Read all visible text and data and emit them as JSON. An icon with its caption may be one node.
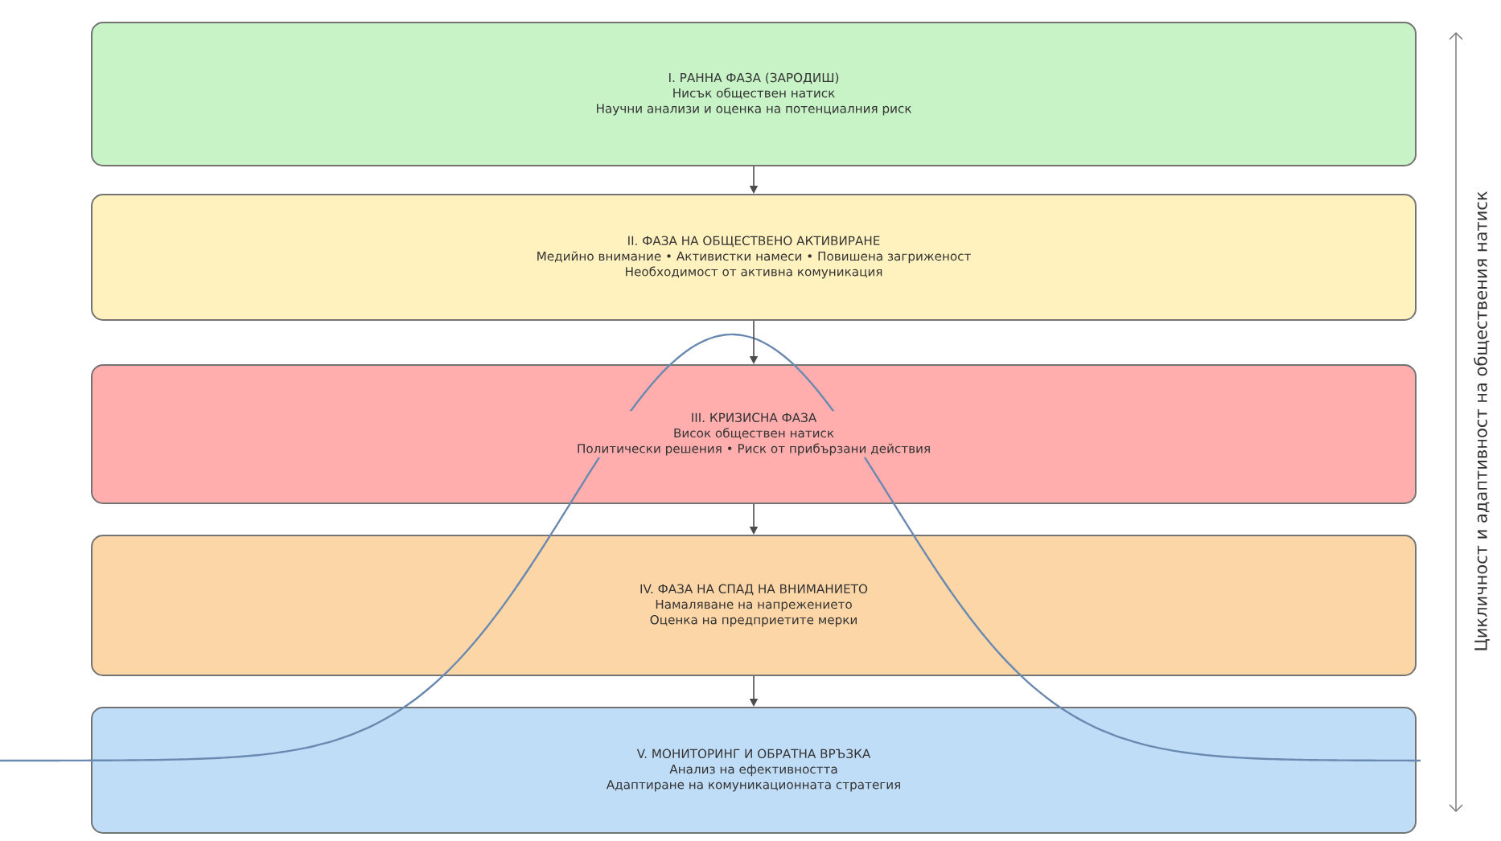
{
  "diagram": {
    "nodes": [
      {
        "text": [
          "I. РАННА ФАЗА (ЗАРОДИШ)",
          "Нисък обществен натиск",
          "Научни анализи и оценка на потенциалния риск"
        ]
      },
      {
        "text": [
          "II. ФАЗА НА ОБЩЕСТВЕНО АКТИВИРАНЕ",
          "Медийно внимание • Активистки намеси • Повишена загриженост",
          "Необходимост от активна комуникация"
        ]
      },
      {
        "text": [
          "III. КРИЗИСНА ФАЗА",
          "Висок обществен натиск",
          "Политически решения • Риск от прибързани действия"
        ]
      },
      {
        "text": [
          "IV. ФАЗА НА СПАД НА ВНИМАНИЕТО",
          "Намаляване на напрежението",
          "Оценка на предприетите мерки"
        ]
      },
      {
        "text": [
          "V. МОНИТОРИНГ И ОБРАТНА ВРЪЗКА",
          "Анализ на ефективността",
          "Адаптиране на комуникационната стратегия"
        ]
      }
    ],
    "edges": [
      {
        "from": 0,
        "to": 1,
        "arrow": "to"
      },
      {
        "from": 1,
        "to": 2,
        "arrow": "to"
      },
      {
        "from": 2,
        "to": 3,
        "arrow": "to"
      },
      {
        "from": 3,
        "to": 4,
        "arrow": "to"
      }
    ],
    "labels": [
      "Цикличност и адаптивност на обществения натиск"
    ]
  }
}
